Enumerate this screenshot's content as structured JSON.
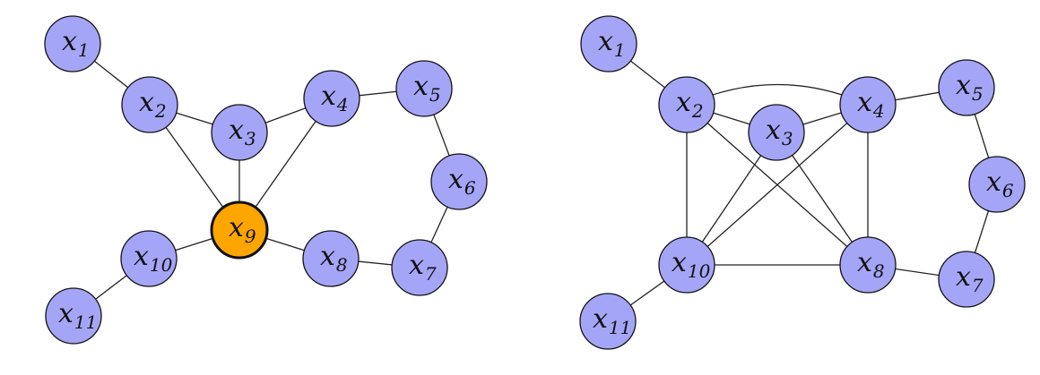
{
  "colors": {
    "node_fill": "#a5a5f7",
    "highlight_fill": "#ffa500",
    "stroke": "#111111"
  },
  "graphs": [
    {
      "nodes": [
        {
          "id": "x1",
          "var": "x",
          "sub": "1"
        },
        {
          "id": "x2",
          "var": "x",
          "sub": "2"
        },
        {
          "id": "x3",
          "var": "x",
          "sub": "3"
        },
        {
          "id": "x4",
          "var": "x",
          "sub": "4"
        },
        {
          "id": "x5",
          "var": "x",
          "sub": "5"
        },
        {
          "id": "x6",
          "var": "x",
          "sub": "6"
        },
        {
          "id": "x7",
          "var": "x",
          "sub": "7"
        },
        {
          "id": "x8",
          "var": "x",
          "sub": "8"
        },
        {
          "id": "x9",
          "var": "x",
          "sub": "9",
          "highlighted": true
        },
        {
          "id": "x10",
          "var": "x",
          "sub": "10"
        },
        {
          "id": "x11",
          "var": "x",
          "sub": "11"
        }
      ],
      "edges": [
        [
          "x1",
          "x2"
        ],
        [
          "x2",
          "x3"
        ],
        [
          "x3",
          "x4"
        ],
        [
          "x4",
          "x5"
        ],
        [
          "x5",
          "x6"
        ],
        [
          "x6",
          "x7"
        ],
        [
          "x7",
          "x8"
        ],
        [
          "x8",
          "x9"
        ],
        [
          "x9",
          "x10"
        ],
        [
          "x10",
          "x11"
        ],
        [
          "x2",
          "x9"
        ],
        [
          "x3",
          "x9"
        ],
        [
          "x4",
          "x9"
        ]
      ]
    },
    {
      "nodes": [
        {
          "id": "x1",
          "var": "x",
          "sub": "1"
        },
        {
          "id": "x2",
          "var": "x",
          "sub": "2"
        },
        {
          "id": "x3",
          "var": "x",
          "sub": "3"
        },
        {
          "id": "x4",
          "var": "x",
          "sub": "4"
        },
        {
          "id": "x5",
          "var": "x",
          "sub": "5"
        },
        {
          "id": "x6",
          "var": "x",
          "sub": "6"
        },
        {
          "id": "x7",
          "var": "x",
          "sub": "7"
        },
        {
          "id": "x8",
          "var": "x",
          "sub": "8"
        },
        {
          "id": "x10",
          "var": "x",
          "sub": "10"
        },
        {
          "id": "x11",
          "var": "x",
          "sub": "11"
        }
      ],
      "edges": [
        [
          "x1",
          "x2"
        ],
        [
          "x2",
          "x3"
        ],
        [
          "x3",
          "x4"
        ],
        [
          "x2",
          "x4"
        ],
        [
          "x4",
          "x5"
        ],
        [
          "x5",
          "x6"
        ],
        [
          "x6",
          "x7"
        ],
        [
          "x7",
          "x8"
        ],
        [
          "x2",
          "x10"
        ],
        [
          "x2",
          "x8"
        ],
        [
          "x3",
          "x10"
        ],
        [
          "x3",
          "x8"
        ],
        [
          "x4",
          "x10"
        ],
        [
          "x4",
          "x8"
        ],
        [
          "x10",
          "x8"
        ],
        [
          "x10",
          "x11"
        ]
      ]
    }
  ]
}
